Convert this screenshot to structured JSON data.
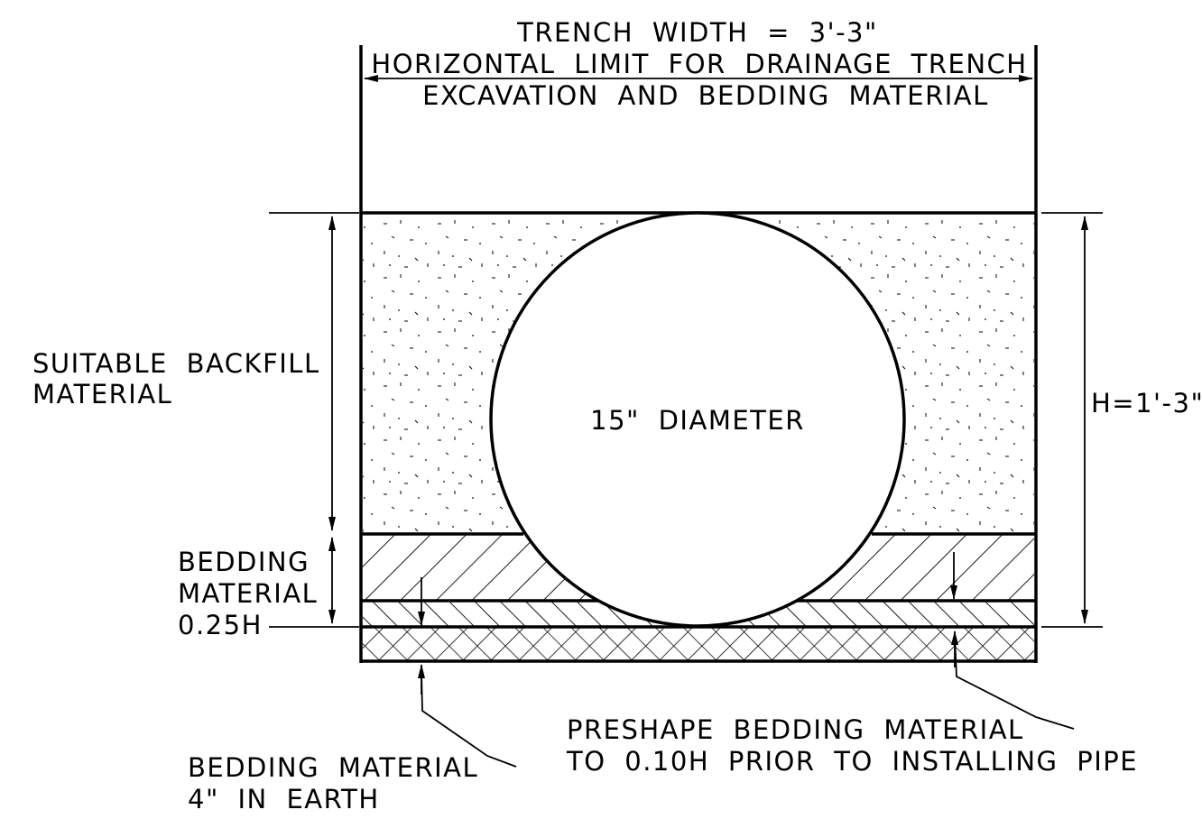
{
  "diagram": {
    "title_line1": "TRENCH WIDTH = 3'-3\"",
    "title_line2": "HORIZONTAL LIMIT FOR DRAINAGE TRENCH",
    "title_line3": "EXCAVATION AND BEDDING MATERIAL",
    "backfill_line1": "SUITABLE BACKFILL",
    "backfill_line2": "MATERIAL",
    "bedding_line1": "BEDDING",
    "bedding_line2": "MATERIAL",
    "bedding_line3": "0.25H",
    "pipe_label": "15\" DIAMETER",
    "height_label": "H=1'-3\"",
    "preshape_line1": "PRESHAPE BEDDING MATERIAL",
    "preshape_line2": "TO 0.10H PRIOR TO INSTALLING PIPE",
    "earth_line1": "BEDDING MATERIAL",
    "earth_line2": "4\" IN EARTH"
  }
}
